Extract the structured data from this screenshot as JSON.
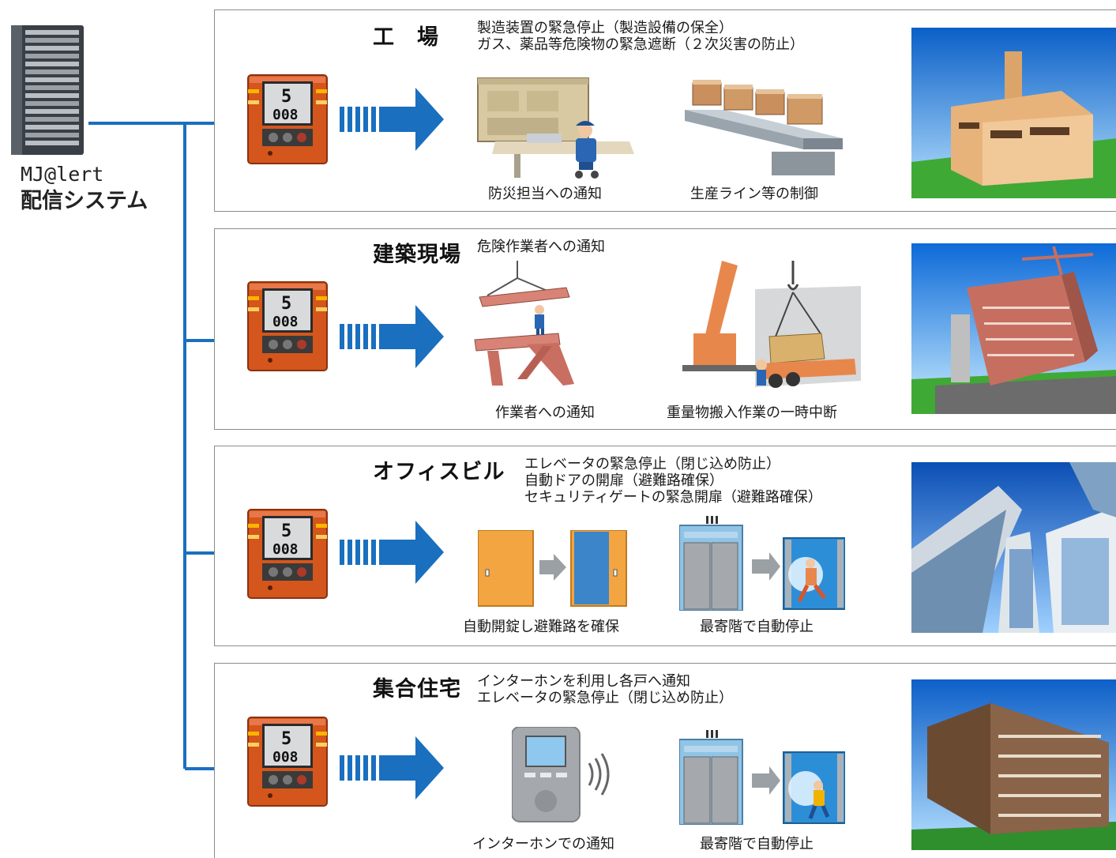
{
  "system": {
    "line1": "MJ@lert",
    "line2": "配信システム"
  },
  "panels": {
    "factory": {
      "title": "工　場",
      "desc": [
        "製造装置の緊急停止（製造設備の保全）",
        "ガス、薬品等危険物の緊急遮断（２次災害の防止）"
      ],
      "captions": [
        "防災担当への通知",
        "生産ライン等の制御"
      ]
    },
    "site": {
      "title": "建築現場",
      "desc": [
        "危険作業者への通知"
      ],
      "captions": [
        "作業者への通知",
        "重量物搬入作業の一時中断"
      ]
    },
    "office": {
      "title": "オフィスビル",
      "desc": [
        "エレベータの緊急停止（閉じ込め防止）",
        "自動ドアの開扉（避難路確保）",
        "セキュリティゲートの緊急開扉（避難路確保）"
      ],
      "captions": [
        "自動開錠し避難路を確保",
        "最寄階で自動停止"
      ]
    },
    "housing": {
      "title": "集合住宅",
      "desc": [
        "インターホンを利用し各戸へ通知",
        "エレベータの緊急停止（閉じ込め防止）"
      ],
      "captions": [
        "インターホンでの通知",
        "最寄階で自動停止"
      ]
    }
  },
  "device": {
    "display_top": "5",
    "display_bottom": "008"
  },
  "colors": {
    "line": "#1a6fbf",
    "device": "#d4561c",
    "panel_border": "#8c8c8c"
  }
}
